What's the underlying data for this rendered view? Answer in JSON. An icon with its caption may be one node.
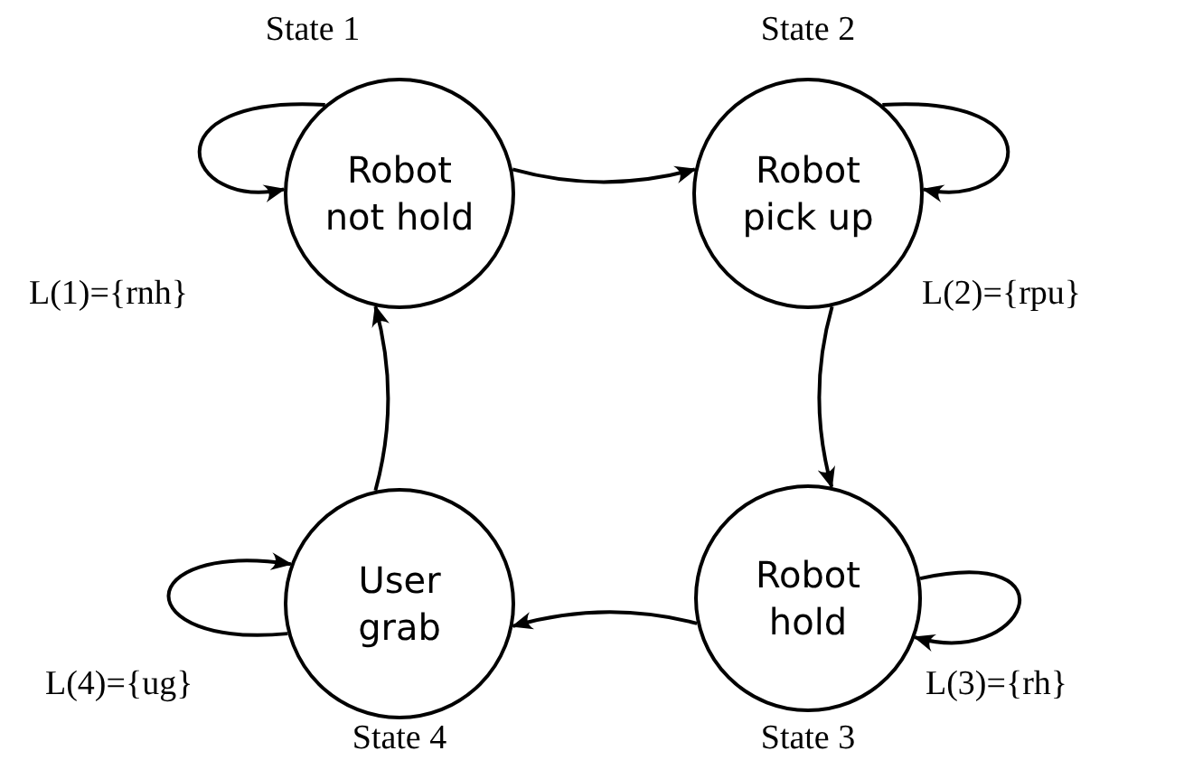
{
  "diagram": {
    "nodes": [
      {
        "text": [
          "Robot not hold"
        ],
        "beside": [
          "State 1",
          "L(1)={rnh}"
        ]
      },
      {
        "text": [
          "Robot pick up"
        ],
        "beside": [
          "State 2",
          "L(2)={rpu}"
        ]
      },
      {
        "text": [
          "Robot hold"
        ],
        "beside": [
          "State 3",
          "L(3)={rh}"
        ]
      },
      {
        "text": [
          "User grab"
        ],
        "beside": [
          "State 4",
          "L(4)={ug}"
        ]
      }
    ],
    "edges": [
      {
        "from": 0,
        "to": 1,
        "arrow": "to"
      },
      {
        "from": 1,
        "to": 2,
        "arrow": "to"
      },
      {
        "from": 2,
        "to": 3,
        "arrow": "to"
      },
      {
        "from": 3,
        "to": 0,
        "arrow": "to"
      },
      {
        "from": 1,
        "to": 1,
        "arrow": "to"
      },
      {
        "from": 2,
        "to": 2,
        "arrow": "to"
      },
      {
        "from": 3,
        "to": 3,
        "arrow": "to"
      },
      {
        "from": 0,
        "to": 0,
        "arrow": "to"
      }
    ]
  }
}
